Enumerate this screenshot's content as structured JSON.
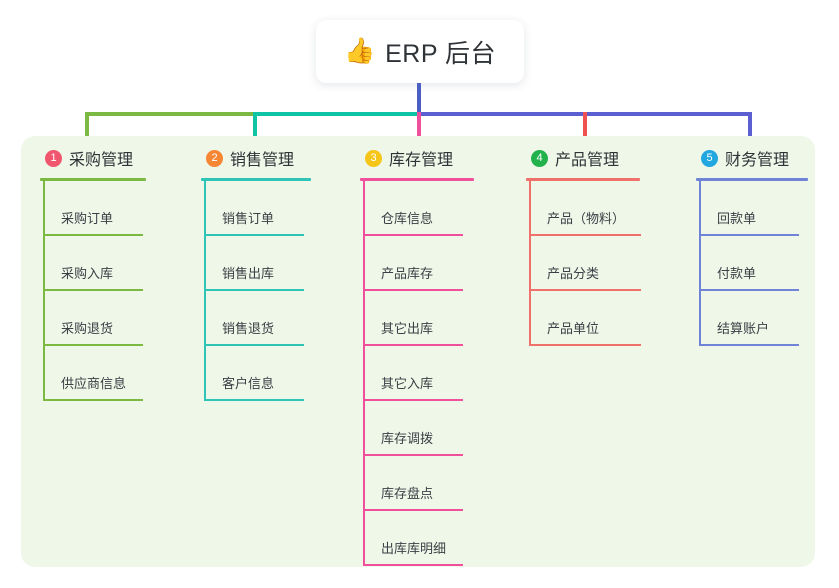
{
  "title": {
    "emoji": "👍",
    "emoji_name": "thumbs-up-icon",
    "text": "ERP 后台"
  },
  "theme": {
    "page_bg": "#ffffff",
    "panel_bg": "#eef7e8",
    "text": "#2f3337",
    "item_text": "#3b4046"
  },
  "connectors": {
    "stem_color": "#4a5ec4",
    "bus_segments": [
      {
        "name": "bus-green",
        "color": "#7cb942"
      },
      {
        "name": "bus-teal",
        "color": "#0fc3a5"
      },
      {
        "name": "bus-blue",
        "color": "#5b5fd0"
      }
    ],
    "drops": [
      "#7cb942",
      "#0fc3a5",
      "#ef4f9b",
      "#f0504f",
      "#5b5fd0"
    ]
  },
  "columns": [
    {
      "number": "1",
      "title": "采购管理",
      "badge_color": "#f0566e",
      "line_color": "#7cb942",
      "items": [
        {
          "label": "采购订单"
        },
        {
          "label": "采购入库"
        },
        {
          "label": "采购退货"
        },
        {
          "label": "供应商信息"
        }
      ]
    },
    {
      "number": "2",
      "title": "销售管理",
      "badge_color": "#f58634",
      "line_color": "#2ec4b6",
      "items": [
        {
          "label": "销售订单"
        },
        {
          "label": "销售出库"
        },
        {
          "label": "销售退货"
        },
        {
          "label": "客户信息"
        }
      ]
    },
    {
      "number": "3",
      "title": "库存管理",
      "badge_color": "#f5c518",
      "line_color": "#ef4f9b",
      "items": [
        {
          "label": "仓库信息"
        },
        {
          "label": "产品库存"
        },
        {
          "label": "其它出库"
        },
        {
          "label": "其它入库"
        },
        {
          "label": "库存调拨"
        },
        {
          "label": "库存盘点"
        },
        {
          "label": "出库库明细"
        }
      ]
    },
    {
      "number": "4",
      "title": "产品管理",
      "badge_color": "#22b24c",
      "line_color": "#f0706c",
      "items": [
        {
          "label": "产品（物料）"
        },
        {
          "label": "产品分类"
        },
        {
          "label": "产品单位"
        }
      ]
    },
    {
      "number": "5",
      "title": "财务管理",
      "badge_color": "#22a7e0",
      "line_color": "#6f84d6",
      "items": [
        {
          "label": "回款单"
        },
        {
          "label": "付款单"
        },
        {
          "label": "结算账户"
        }
      ]
    }
  ]
}
